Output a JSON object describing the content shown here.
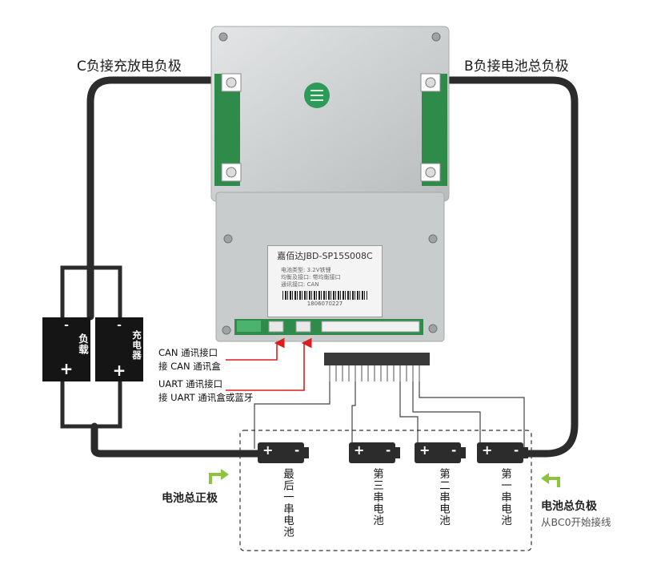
{
  "labels": {
    "c_negative": "C负接充放电负极",
    "b_negative": "B负接电池总负极",
    "can_port": "CAN 通讯接口",
    "can_box": "接 CAN 通讯盒",
    "uart_port": "UART 通讯接口",
    "uart_box": "接 UART 通讯盒或蓝牙",
    "total_positive": "电池总正极",
    "total_negative": "电池总负极",
    "from_bc0": "从BC0开始接线"
  },
  "load_box": {
    "minus": "-",
    "text": "负载",
    "plus": "+"
  },
  "charger_box": {
    "minus": "-",
    "text": "充电器",
    "plus": "+"
  },
  "pcb_tag": {
    "title": "嘉佰达JBD-SP15S008C",
    "line1": "电池类型:  3.2V铁锂",
    "line2": "均衡及接口:  带均衡接口",
    "line3": "通讯接口:  CAN",
    "serial": "1806070227"
  },
  "cells": [
    {
      "caption": "最后一串电池",
      "plus": "+",
      "minus": "-"
    },
    {
      "caption": "第三串电池",
      "plus": "+",
      "minus": "-"
    },
    {
      "caption": "第二串电池",
      "plus": "+",
      "minus": "-"
    },
    {
      "caption": "第一串电池",
      "plus": "+",
      "minus": "-"
    }
  ],
  "colors": {
    "wire": "#2b2b2b",
    "pcb_green": "#2e8b4a",
    "arrow_red": "#d81e1e",
    "arrow_green": "#8cc43c",
    "panel_metal": "#cfd2d3"
  }
}
